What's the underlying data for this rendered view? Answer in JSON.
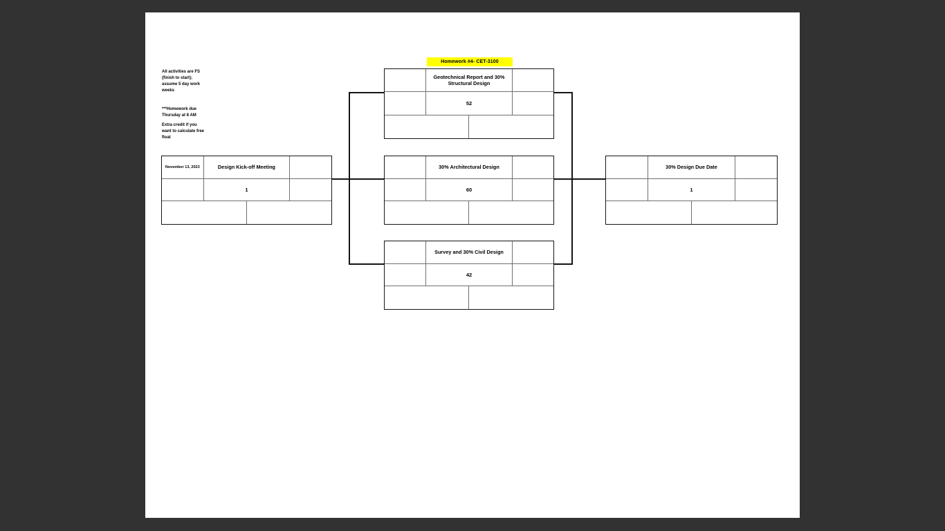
{
  "window": {
    "surround_color": "#323232",
    "page_background": "#ffffff"
  },
  "header": {
    "title": "Homework #4- CET-3100",
    "highlight_color": "#ffff00"
  },
  "notes": {
    "block1": "All activities are FS\n(finish to start);\nassume 5 day work\nweeks",
    "block2": "***Homework due\nThursday at 8 AM",
    "block3": "Extra credit if you\nwant to calculate free\nfloat"
  },
  "nodes": [
    {
      "id": "kickoff",
      "date": "November 13, 2023",
      "name": "Design Kick-off Meeting",
      "duration": "1"
    },
    {
      "id": "geotech",
      "date": "",
      "name": "Geotechnical Report and 30% Structural Design",
      "duration": "52"
    },
    {
      "id": "arch",
      "date": "",
      "name": "30% Architectural Design",
      "duration": "60"
    },
    {
      "id": "survey",
      "date": "",
      "name": "Survey and 30% Civil Design",
      "duration": "42"
    },
    {
      "id": "duedate",
      "date": "",
      "name": "30% Design Due Date",
      "duration": "1"
    }
  ],
  "edges": [
    {
      "from": "Design Kick-off Meeting",
      "to": "Geotechnical Report and 30% Structural Design"
    },
    {
      "from": "Design Kick-off Meeting",
      "to": "30% Architectural Design"
    },
    {
      "from": "Design Kick-off Meeting",
      "to": "Survey and 30% Civil Design"
    },
    {
      "from": "Geotechnical Report and 30% Structural Design",
      "to": "30% Design Due Date"
    },
    {
      "from": "30% Architectural Design",
      "to": "30% Design Due Date"
    },
    {
      "from": "Survey and 30% Civil Design",
      "to": "30% Design Due Date"
    }
  ]
}
